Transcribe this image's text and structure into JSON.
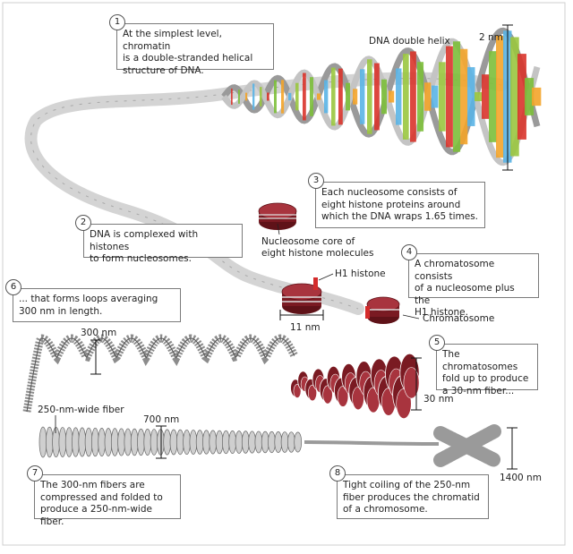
{
  "callouts": [
    {
      "num": "1",
      "text": "At the simplest level, chromatin\nis a double-stranded helical\nstructure of DNA."
    },
    {
      "num": "2",
      "text": "DNA is complexed with histones\nto form nucleosomes."
    },
    {
      "num": "3",
      "text": "Each nucleosome consists of\neight histone proteins around\nwhich the DNA wraps 1.65 times."
    },
    {
      "num": "4",
      "text": "A chromatosome consists\nof a nucleosome plus the\nH1 histone."
    },
    {
      "num": "5",
      "text": "The chromatosomes\nfold up to produce\na 30-nm fiber..."
    },
    {
      "num": "6",
      "text": "... that forms loops averaging\n300 nm in length."
    },
    {
      "num": "7",
      "text": "The 300-nm fibers are\ncompressed and folded to\nproduce a 250-nm-wide fiber."
    },
    {
      "num": "8",
      "text": "Tight coiling of the 250-nm\nfiber produces the chromatid\nof a chromosome."
    }
  ],
  "labels": {
    "dna_double_helix": "DNA double helix",
    "size_2nm": "2 nm",
    "nucleosome_core": "Nucleosome core of\neight histone molecules",
    "h1_histone": "H1 histone",
    "chromatosome": "Chromatosome",
    "size_11nm": "11 nm",
    "size_300nm": "300 nm",
    "size_30nm": "30 nm",
    "fiber_250nm": "250-nm-wide fiber",
    "size_700nm": "700 nm",
    "size_1400nm": "1400 nm"
  },
  "colors": {
    "histone": "#7a1a22",
    "histone_light": "#a8343e",
    "dna_backbone": "#9a9a9a",
    "h1": "#d42b2b",
    "base_pairs": [
      "#d9342b",
      "#7cbf3a",
      "#f3a42a",
      "#5ab4e6",
      "#9ac73f"
    ]
  }
}
